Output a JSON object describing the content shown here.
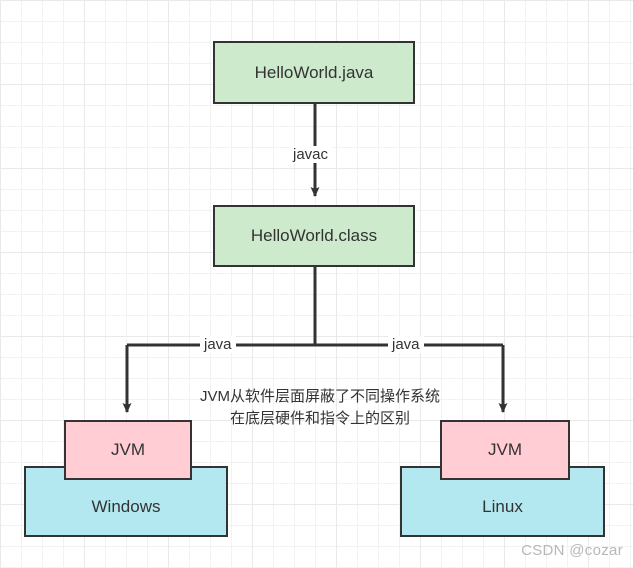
{
  "diagram": {
    "title": "Java compile and run flow across operating systems",
    "colors": {
      "source_fill": "#cdeacd",
      "jvm_fill": "#ffcdd3",
      "os_fill": "#b3e8f1",
      "stroke": "#333333",
      "grid_minor": "#f2f2f2",
      "grid_major": "#e9e9e9",
      "watermark": "#b8b8b8"
    },
    "nodes": {
      "source_file": "HelloWorld.java",
      "class_file": "HelloWorld.class",
      "jvm_windows": "JVM",
      "jvm_linux": "JVM",
      "os_windows": "Windows",
      "os_linux": "Linux"
    },
    "edges": {
      "compile": "javac",
      "run_left": "java",
      "run_right": "java"
    },
    "note": {
      "line1": "JVM从软件层面屏蔽了不同操作系统",
      "line2": "在底层硬件和指令上的区别"
    },
    "watermark": "CSDN @cozar"
  }
}
